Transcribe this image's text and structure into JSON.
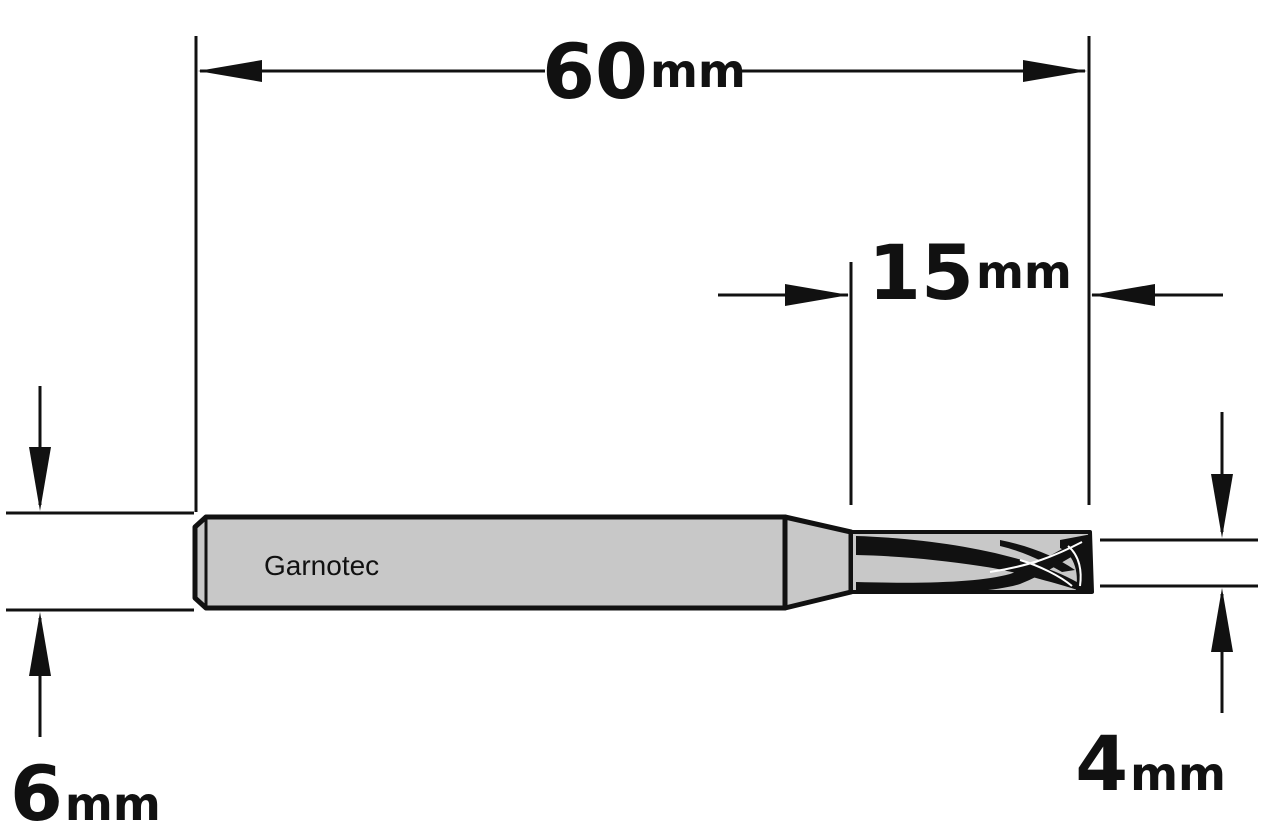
{
  "dimensions": {
    "overall_length": {
      "value": "60",
      "unit": "mm"
    },
    "cutting_length": {
      "value": "15",
      "unit": "mm"
    },
    "shank_diameter": {
      "value": "6",
      "unit": "mm"
    },
    "cutting_diameter": {
      "value": "4",
      "unit": "mm"
    }
  },
  "tool": {
    "brand": "Garnotec"
  },
  "colors": {
    "line": "#111111",
    "shank_fill": "#c8c8c8",
    "background": "#ffffff"
  }
}
